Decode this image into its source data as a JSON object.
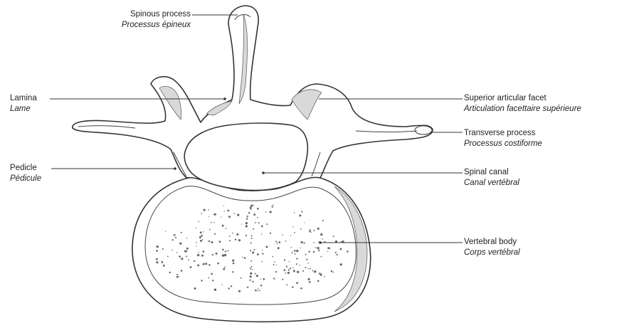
{
  "labels": {
    "spinous_process": {
      "en": "Spinous process",
      "fr": "Processus épineux"
    },
    "lamina": {
      "en": "Lamina",
      "fr": "Lame"
    },
    "pedicle": {
      "en": "Pedicle",
      "fr": "Pédicule"
    },
    "superior_articular_facet": {
      "en": "Superior articular facet",
      "fr": "Articulation facettaire supérieure"
    },
    "transverse_process": {
      "en": "Transverse process",
      "fr": "Processus costiforme"
    },
    "spinal_canal": {
      "en": "Spinal canal",
      "fr": "Canal vertébral"
    },
    "vertebral_body": {
      "en": "Vertebral body",
      "fr": "Corps vertébral"
    }
  }
}
